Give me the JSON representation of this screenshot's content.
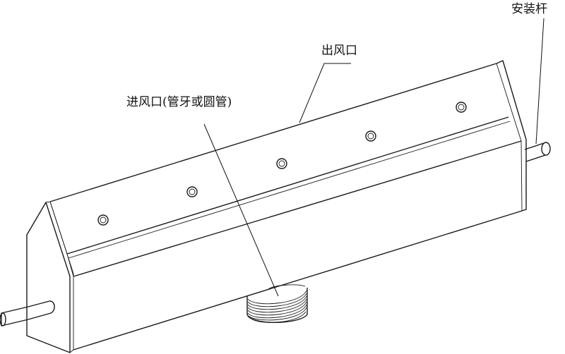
{
  "labels": {
    "mount_rod": "安装杆",
    "air_outlet": "出风口",
    "air_inlet": "进风口(管牙或圆管)"
  },
  "colors": {
    "line": "#1a1a1a",
    "background": "#ffffff"
  }
}
